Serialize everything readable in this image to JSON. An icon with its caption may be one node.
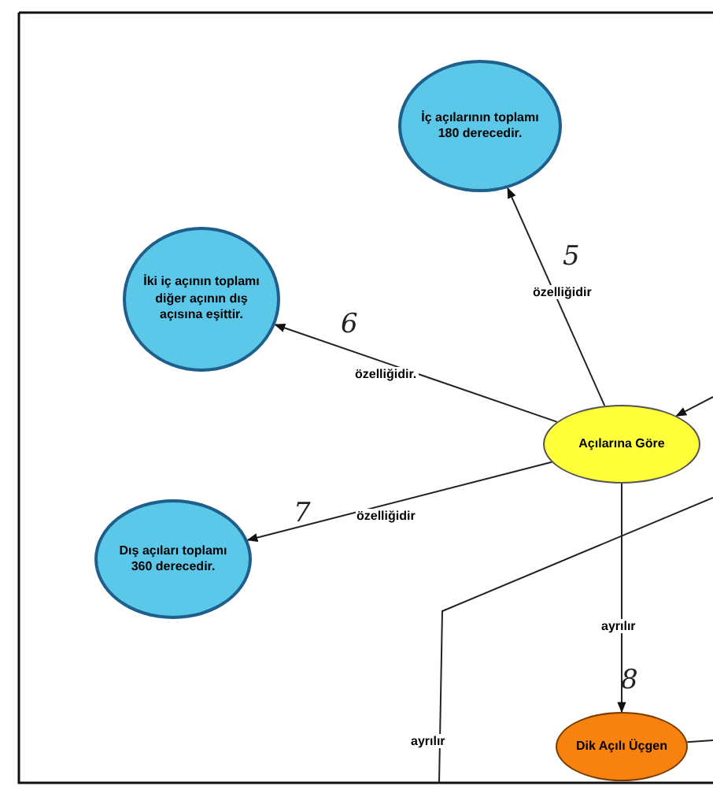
{
  "diagram": {
    "nodes": [
      {
        "text": [
          "İç açılarının toplamı 180 derecedir."
        ]
      },
      {
        "text": [
          "İki iç açının toplamı diğer açının dış açısına eşittir."
        ]
      },
      {
        "text": [
          "Açılarına Göre"
        ]
      },
      {
        "text": [
          "Dış açıları toplamı 360 derecedir."
        ]
      },
      {
        "text": [
          "Dik Açılı Üçgen"
        ]
      }
    ],
    "edges": [
      {
        "from": 2,
        "to": 0,
        "arrow": "to",
        "label": "özelliğidir"
      },
      {
        "from": 2,
        "to": 1,
        "arrow": "to",
        "label": "özelliğidir."
      },
      {
        "from": 2,
        "to": 3,
        "arrow": "to",
        "label": "özelliğidir"
      },
      {
        "from": 2,
        "to": 4,
        "arrow": "to",
        "label": "ayrılır"
      },
      {
        "from": null,
        "to": 2,
        "arrow": "to"
      },
      {
        "from": 4,
        "to": null,
        "arrow": "none"
      }
    ],
    "labels": [
      "5",
      "6",
      "7",
      "8",
      "ayrılır"
    ]
  }
}
